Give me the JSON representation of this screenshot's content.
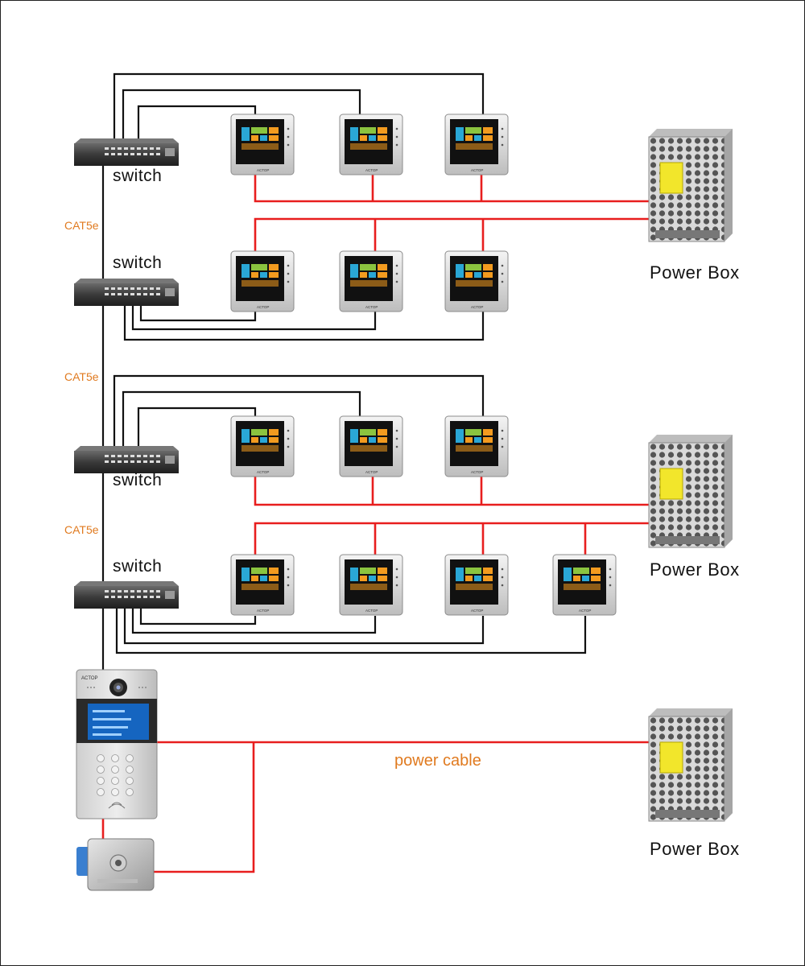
{
  "labels": {
    "switch": "switch",
    "cat5e": "CAT5e",
    "power_box": "Power Box",
    "power_cable": "power cable",
    "brand": "ACTOP"
  },
  "colors": {
    "network_wire": "#111111",
    "power_wire": "#e81e1e",
    "label_accent": "#e07a1f"
  }
}
